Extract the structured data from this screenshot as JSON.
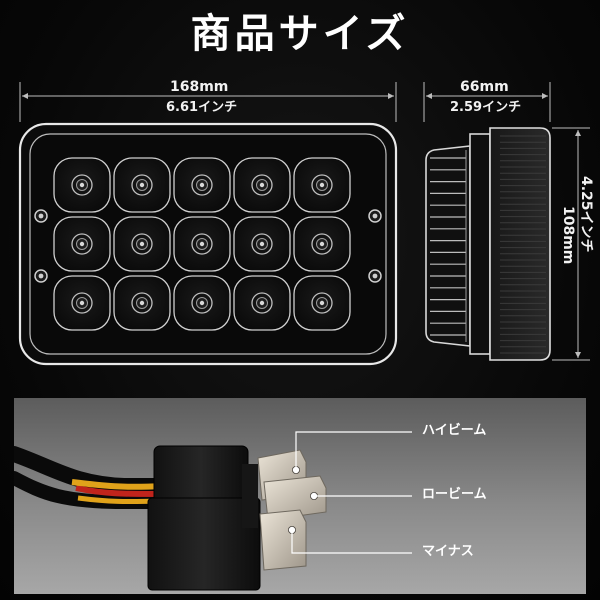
{
  "title": "商品サイズ",
  "width": {
    "mm": "168mm",
    "inch": "6.61インチ"
  },
  "depth": {
    "mm": "66mm",
    "inch": "2.59インチ"
  },
  "height": {
    "mm": "108mm",
    "inch": "4.25インチ"
  },
  "connector": {
    "labels": [
      "ハイビーム",
      "ロービーム",
      "マイナス"
    ]
  },
  "colors": {
    "background": "#050505",
    "text": "#ffffff",
    "wire_yellow": "#e0a21a",
    "wire_red": "#c0241c",
    "terminal": "#c9c0b0"
  }
}
